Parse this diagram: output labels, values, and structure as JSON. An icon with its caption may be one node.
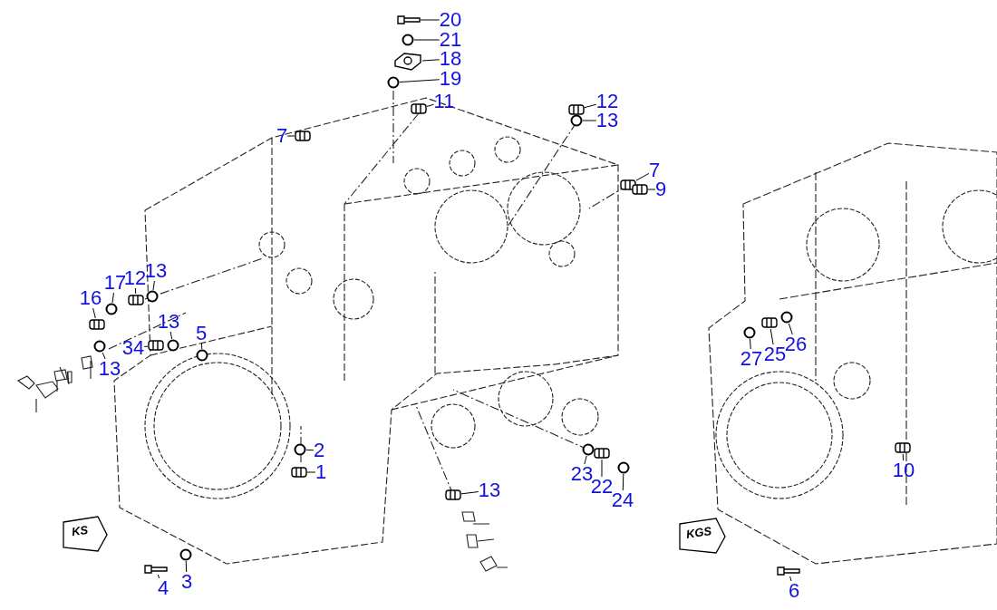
{
  "diagram": {
    "nodes": [
      {
        "text": [
          "20"
        ]
      },
      {
        "text": [],
        "shape": "bolt"
      },
      {
        "text": [
          "21"
        ]
      },
      {
        "text": [],
        "shape": "circle"
      },
      {
        "text": [
          "18"
        ]
      },
      {
        "text": [],
        "shape": "box"
      },
      {
        "text": [
          "19"
        ]
      },
      {
        "text": [],
        "shape": "circle"
      },
      {
        "text": [
          "11"
        ]
      },
      {
        "text": [],
        "shape": "cylinder"
      },
      {
        "text": [
          "7"
        ]
      },
      {
        "text": [],
        "shape": "cylinder"
      },
      {
        "text": [
          "12"
        ]
      },
      {
        "text": [],
        "shape": "cylinder"
      },
      {
        "text": [
          "13"
        ]
      },
      {
        "text": [],
        "shape": "circle"
      },
      {
        "text": [
          "7"
        ]
      },
      {
        "text": [],
        "shape": "cylinder"
      },
      {
        "text": [
          "9"
        ]
      },
      {
        "text": [],
        "shape": "cylinder"
      },
      {
        "text": [
          "16"
        ]
      },
      {
        "text": [],
        "shape": "cylinder"
      },
      {
        "text": [
          "17"
        ]
      },
      {
        "text": [],
        "shape": "circle"
      },
      {
        "text": [
          "12"
        ]
      },
      {
        "text": [],
        "shape": "cylinder"
      },
      {
        "text": [
          "13"
        ]
      },
      {
        "text": [],
        "shape": "circle"
      },
      {
        "text": [
          "13"
        ]
      },
      {
        "text": [],
        "shape": "circle"
      },
      {
        "text": [
          "5"
        ]
      },
      {
        "text": [],
        "shape": "circle"
      },
      {
        "text": [
          "34"
        ]
      },
      {
        "text": [],
        "shape": "cylinder"
      },
      {
        "text": [
          "13"
        ]
      },
      {
        "text": [],
        "shape": "circle"
      },
      {
        "text": [
          "2"
        ]
      },
      {
        "text": [],
        "shape": "circle"
      },
      {
        "text": [
          "1"
        ]
      },
      {
        "text": [],
        "shape": "cylinder"
      },
      {
        "text": [
          "13"
        ]
      },
      {
        "text": [],
        "shape": "cylinder"
      },
      {
        "text": [
          "23"
        ]
      },
      {
        "text": [],
        "shape": "circle"
      },
      {
        "text": [
          "22"
        ]
      },
      {
        "text": [],
        "shape": "cylinder"
      },
      {
        "text": [
          "24"
        ]
      },
      {
        "text": [],
        "shape": "circle"
      },
      {
        "text": [
          "4"
        ]
      },
      {
        "text": [],
        "shape": "bolt"
      },
      {
        "text": [
          "3"
        ]
      },
      {
        "text": [],
        "shape": "circle"
      },
      {
        "text": [
          "27"
        ]
      },
      {
        "text": [],
        "shape": "circle"
      },
      {
        "text": [
          "25"
        ]
      },
      {
        "text": [],
        "shape": "cylinder"
      },
      {
        "text": [
          "26"
        ]
      },
      {
        "text": [],
        "shape": "circle"
      },
      {
        "text": [
          "10"
        ]
      },
      {
        "text": [],
        "shape": "cylinder"
      },
      {
        "text": [
          "6"
        ]
      },
      {
        "text": [],
        "shape": "bolt"
      }
    ],
    "edges": [
      {
        "from": 0,
        "to": 1,
        "arrow": "none"
      },
      {
        "from": 2,
        "to": 3,
        "arrow": "none"
      },
      {
        "from": 4,
        "to": 5,
        "arrow": "none"
      },
      {
        "from": 6,
        "to": 7,
        "arrow": "none"
      },
      {
        "from": 8,
        "to": 9,
        "arrow": "none"
      },
      {
        "from": 10,
        "to": 11,
        "arrow": "none"
      },
      {
        "from": 12,
        "to": 13,
        "arrow": "none"
      },
      {
        "from": 14,
        "to": 15,
        "arrow": "none"
      },
      {
        "from": 16,
        "to": 17,
        "arrow": "none"
      },
      {
        "from": 18,
        "to": 19,
        "arrow": "none"
      },
      {
        "from": 20,
        "to": 21,
        "arrow": "none"
      },
      {
        "from": 22,
        "to": 23,
        "arrow": "none"
      },
      {
        "from": 24,
        "to": 25,
        "arrow": "none"
      },
      {
        "from": 26,
        "to": 27,
        "arrow": "none"
      },
      {
        "from": 28,
        "to": 29,
        "arrow": "none"
      },
      {
        "from": 30,
        "to": 31,
        "arrow": "none"
      },
      {
        "from": 32,
        "to": 33,
        "arrow": "none"
      },
      {
        "from": 34,
        "to": 35,
        "arrow": "none"
      },
      {
        "from": 36,
        "to": 37,
        "arrow": "none"
      },
      {
        "from": 38,
        "to": 39,
        "arrow": "none"
      },
      {
        "from": 40,
        "to": 41,
        "arrow": "none"
      },
      {
        "from": 42,
        "to": 43,
        "arrow": "none"
      },
      {
        "from": 44,
        "to": 45,
        "arrow": "none"
      },
      {
        "from": 46,
        "to": 47,
        "arrow": "none"
      },
      {
        "from": 48,
        "to": 49,
        "arrow": "none"
      },
      {
        "from": 50,
        "to": 51,
        "arrow": "none"
      },
      {
        "from": 52,
        "to": 53,
        "arrow": "none"
      },
      {
        "from": 54,
        "to": 55,
        "arrow": "none"
      },
      {
        "from": 56,
        "to": 57,
        "arrow": "none"
      },
      {
        "from": 58,
        "to": 59,
        "arrow": "none"
      },
      {
        "from": 60,
        "to": 61,
        "arrow": "none"
      }
    ],
    "labels": [
      "KS",
      "KGS"
    ]
  }
}
